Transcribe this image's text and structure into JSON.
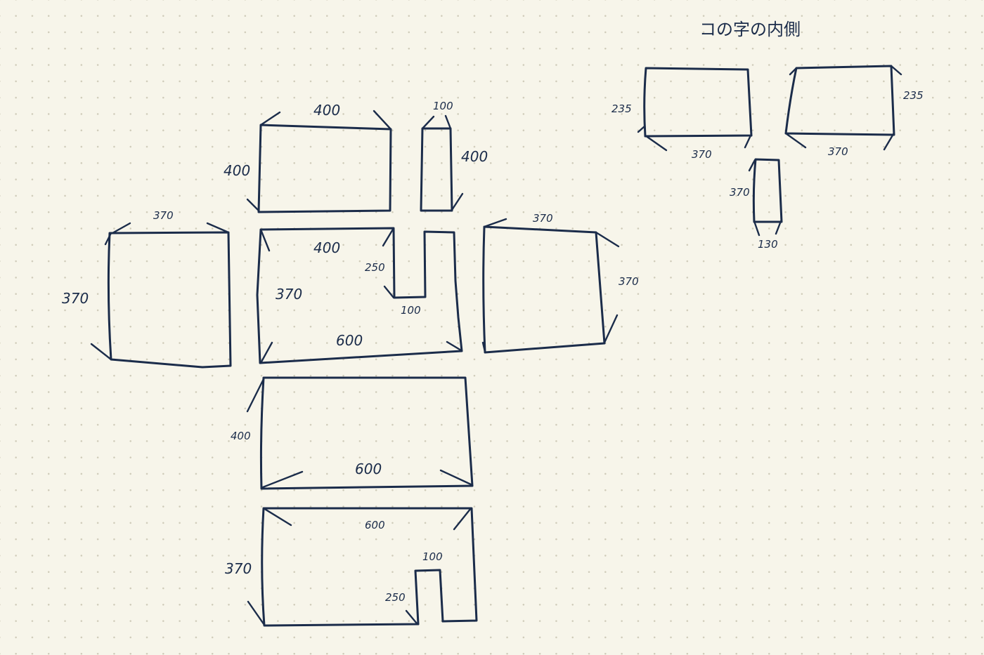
{
  "note_title": "コの字の内側",
  "net": {
    "top_left": {
      "width": "400",
      "height": "400"
    },
    "top_strip": {
      "width": "100",
      "height": "400"
    },
    "left": {
      "width": "370",
      "height": "370"
    },
    "center": {
      "width": "600",
      "height": "370",
      "notch_height": "250",
      "notch_width": "100",
      "top": "400"
    },
    "right": {
      "width": "370",
      "height": "370"
    },
    "bottom": {
      "width": "600",
      "height": "400"
    },
    "base": {
      "width": "600",
      "height": "370",
      "notch_height": "250",
      "notch_width": "100"
    }
  },
  "inner": {
    "left_panel": {
      "width": "370",
      "height": "235"
    },
    "right_panel": {
      "width": "370",
      "height": "235"
    },
    "strip": {
      "width": "130",
      "height": "370"
    }
  },
  "colors": {
    "paper": "#f7f5ea",
    "ink": "#1b2c4a",
    "dot": "#cfcbb9"
  }
}
